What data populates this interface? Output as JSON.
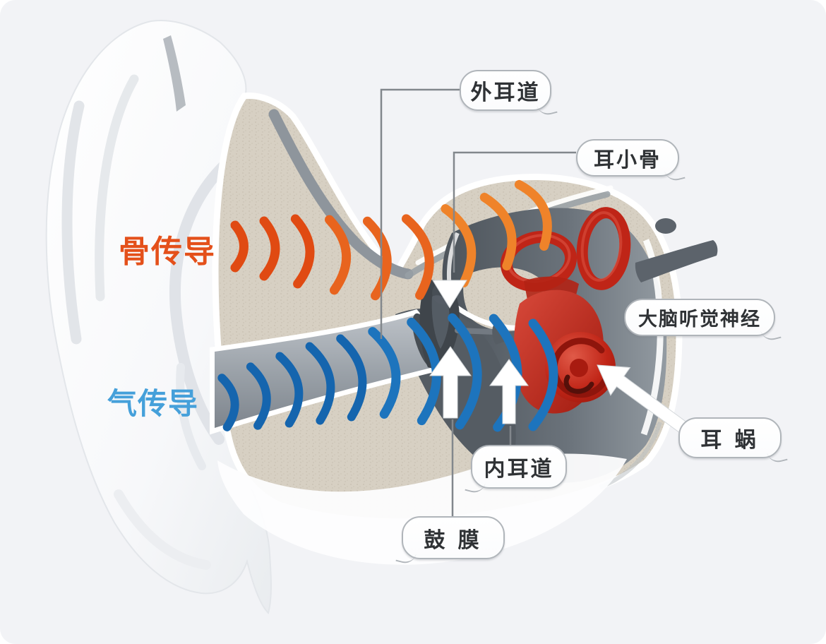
{
  "figure": {
    "title_implicit": "",
    "pathways": {
      "bone_conduction": {
        "label": "骨传导"
      },
      "air_conduction": {
        "label": "气传导"
      }
    },
    "labels": {
      "ear_canal": "外耳道",
      "ossicles": "耳小骨",
      "auditory_nerve": "大脑听觉神经",
      "cochlea": "耳 蜗",
      "internal_ear_canal": "内耳道",
      "eardrum": "鼓 膜"
    },
    "waves": {
      "bone_wave_count": 9,
      "air_wave_count": 10
    },
    "colors": {
      "bg": "#f2f3f6",
      "bone_text": "#e4501a",
      "air_text": "#45a0da",
      "bone_wave_1": "#e04a12",
      "bone_wave_2": "#e8641e",
      "bone_wave_3": "#ef832a",
      "air_wave_1": "#1565ae",
      "air_wave_2": "#1d74bd",
      "bone_beige": "#d7d0c3",
      "cochlea_red": "#c02517",
      "label_text": "#2f3235",
      "bubble_border": "#b0b5ba",
      "pointer_line": "#82878c"
    }
  }
}
